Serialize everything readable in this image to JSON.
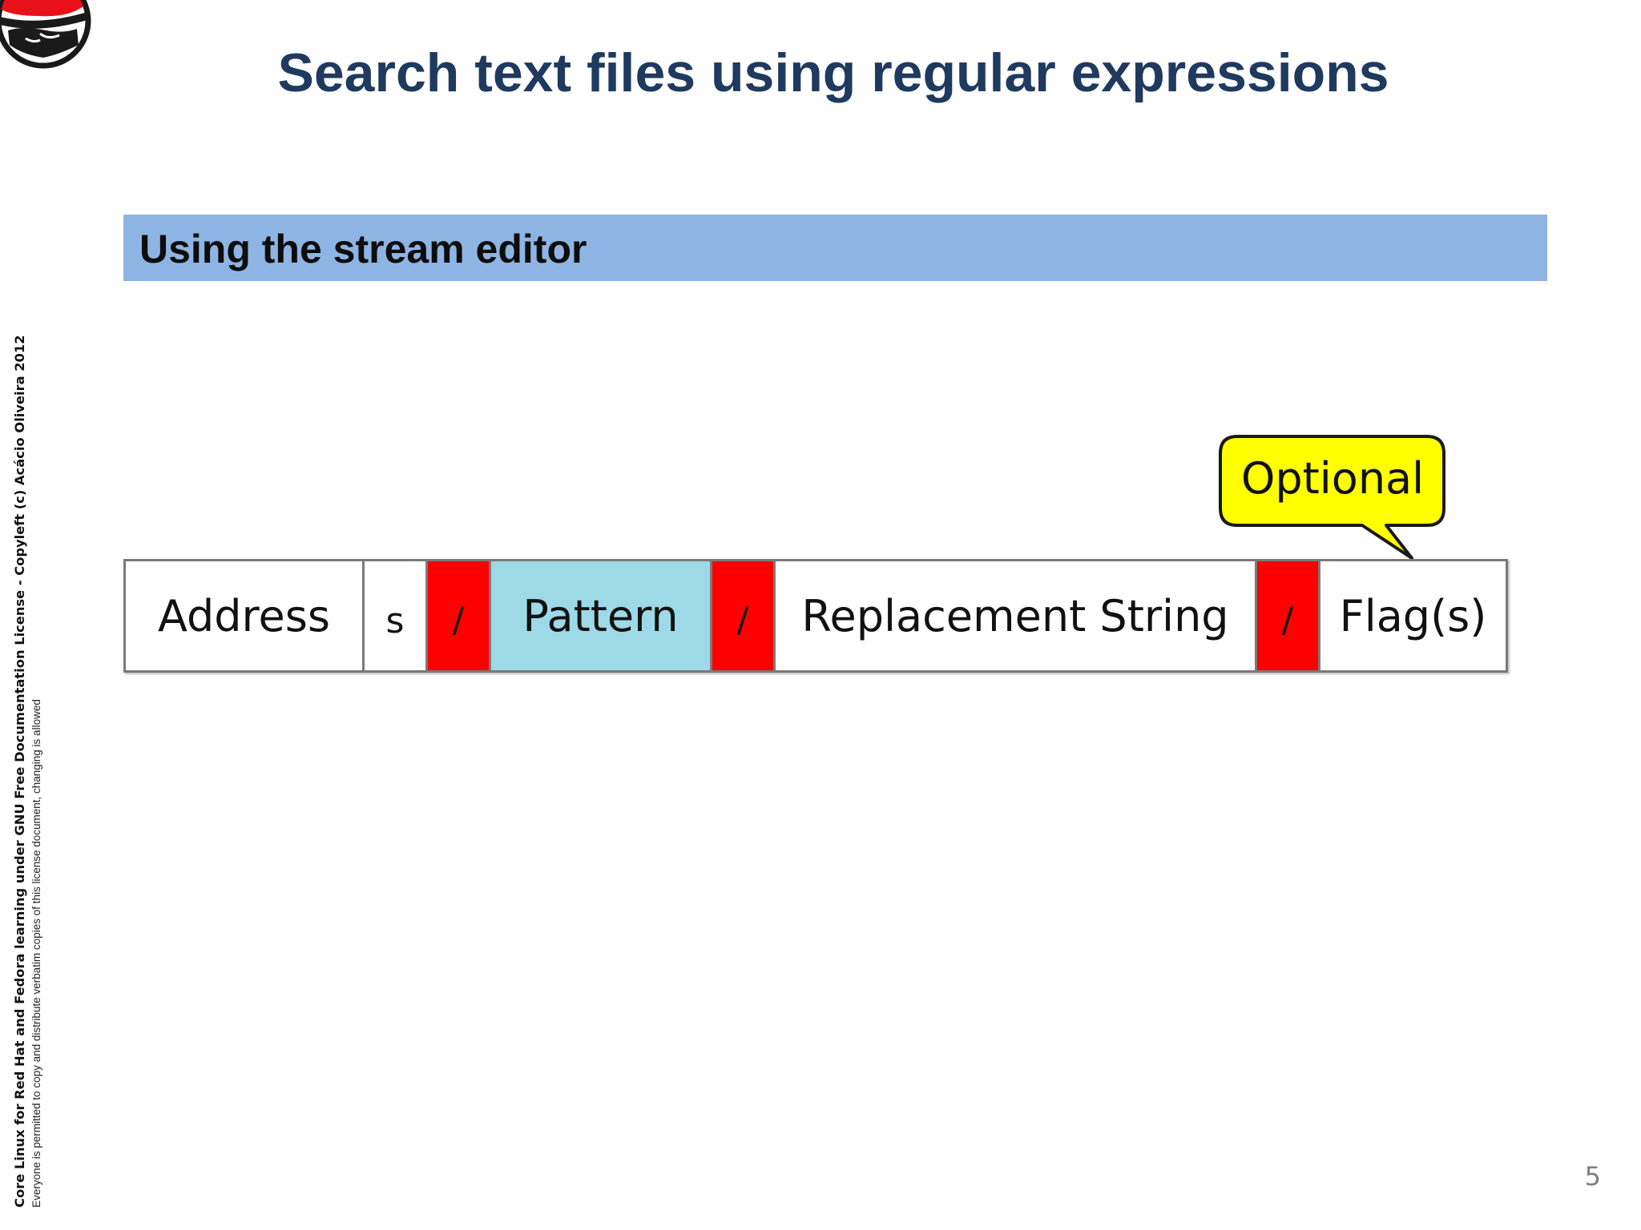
{
  "slide": {
    "title": "Search text files using regular expressions",
    "section_heading": "Using the stream editor",
    "page_number": "5"
  },
  "diagram": {
    "segments": [
      {
        "label": "Address",
        "role": "address"
      },
      {
        "label": "s",
        "role": "command"
      },
      {
        "label": "/",
        "role": "delimiter"
      },
      {
        "label": "Pattern",
        "role": "pattern"
      },
      {
        "label": "/",
        "role": "delimiter"
      },
      {
        "label": "Replacement String",
        "role": "replacement"
      },
      {
        "label": "/",
        "role": "delimiter"
      },
      {
        "label": "Flag(s)",
        "role": "flags"
      }
    ],
    "callout": "Optional",
    "colors": {
      "delimiter": "#ff0000",
      "pattern": "#9dd9e6",
      "callout": "#ffff00",
      "section_bar": "#8eb4e3",
      "title": "#1f3a5f"
    }
  },
  "side_note": {
    "line1": "Core Linux for Red Hat and Fedora learning under GNU Free Documentation License  - Copyleft (c) Acácio Oliveira 2012",
    "line2": "Everyone is permitted to copy and distribute verbatim copies of this license document, changing is allowed"
  },
  "icons": {
    "logo": "red-hat-shadowman-logo-icon"
  }
}
